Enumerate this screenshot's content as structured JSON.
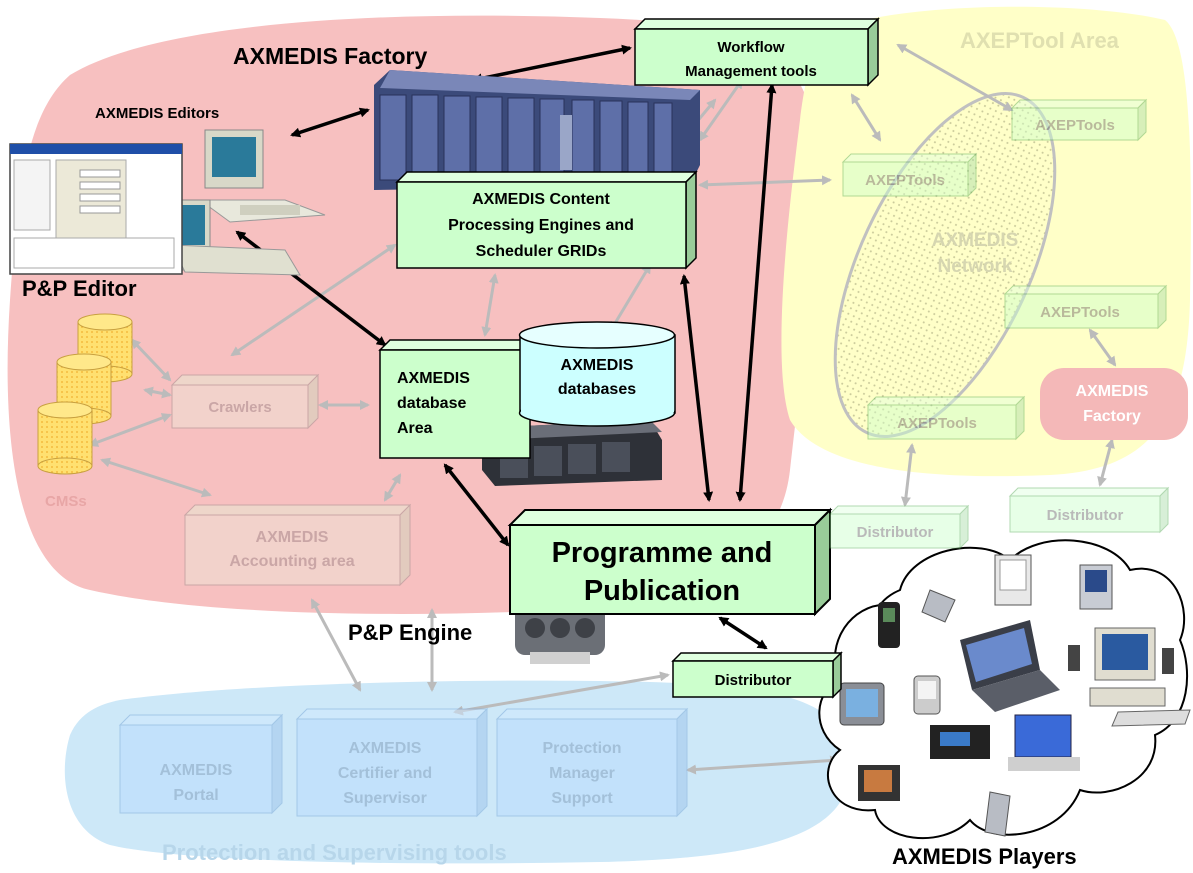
{
  "factory": {
    "title": "AXMEDIS Factory",
    "editors_label": "AXMEDIS Editors",
    "pp_editor_label": "P&P Editor",
    "cms_label": "CMSs",
    "pp_engine_label": "P&P Engine"
  },
  "boxes": {
    "workflow": [
      "Workflow",
      "Management tools"
    ],
    "engines": [
      "AXMEDIS Content",
      "Processing Engines and",
      "Scheduler GRIDs"
    ],
    "db_area": [
      "AXMEDIS",
      "database",
      "Area"
    ],
    "databases": [
      "AXMEDIS",
      "databases"
    ],
    "crawlers": [
      "Crawlers"
    ],
    "accounting": [
      "AXMEDIS",
      "Accounting area"
    ],
    "pp": [
      "Programme and",
      "Publication"
    ],
    "distributor_main": [
      "Distributor"
    ]
  },
  "axeptool": {
    "title": "AXEPTool Area",
    "network": [
      "AXMEDIS",
      "Network"
    ],
    "tools_1": "AXEPTools",
    "tools_2": "AXEPTools",
    "tools_3": "AXEPTools",
    "tools_4": "AXEPTools",
    "factory2": [
      "AXMEDIS",
      "Factory"
    ],
    "distributor_1": "Distributor",
    "distributor_2": "Distributor"
  },
  "protection": {
    "title": "Protection and Supervising tools",
    "portal": [
      "AXMEDIS",
      "Portal"
    ],
    "certifier": [
      "AXMEDIS",
      "Certifier and",
      "Supervisor"
    ],
    "manager": [
      "Protection",
      "Manager",
      "Support"
    ]
  },
  "players_label": "AXMEDIS Players",
  "colors": {
    "factory_bg": "#f7c0c0",
    "axeptool_bg": "#ffffc8",
    "protection_bg": "#cde8f8",
    "box_green": "#ccffcc",
    "db_cyan": "#ccffff"
  }
}
